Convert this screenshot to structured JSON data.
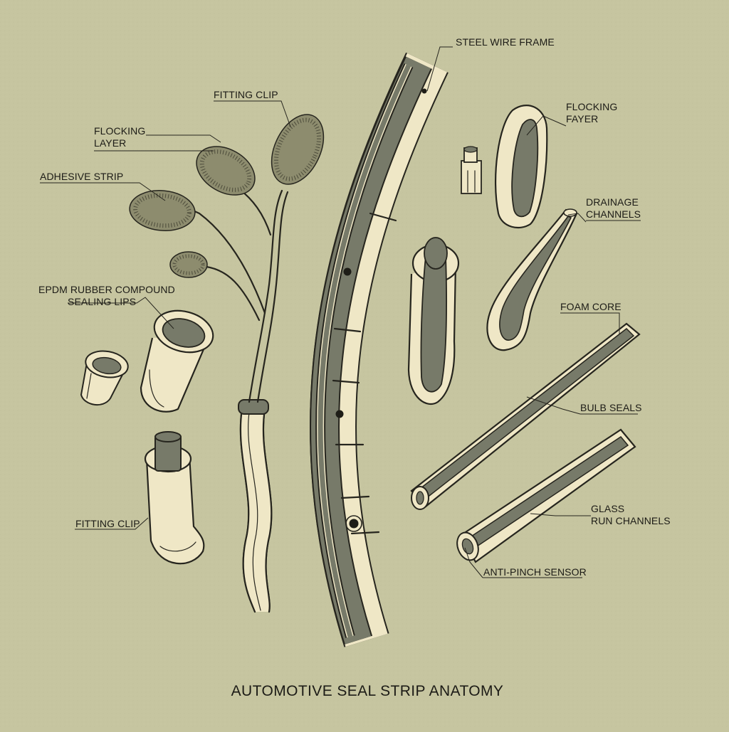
{
  "title": "AUTOMOTIVE SEAL STRIP ANATOMY",
  "labels": {
    "steel_wire_frame": "STEEL WIRE FRAME",
    "fitting_clip_top": "FITTING CLIP",
    "flocking_layer_left": [
      "FLOCKING",
      "LAYER"
    ],
    "adhesive_strip": "ADHESIVE STRIP",
    "epdm_rubber": [
      "EPDM RUBBER COMPOUND",
      "SEALING LIPS"
    ],
    "fitting_clip_bottom": "FITTING CLIP",
    "flocking_layer_right": [
      "FLOCKING",
      "FAYER"
    ],
    "drainage_channels": [
      "DRAINAGE",
      "CHANNELS"
    ],
    "foam_core": "FOAM CORE",
    "bulb_seals": "BULB SEALS",
    "glass_run_channels": [
      "GLASS",
      "RUN CHANNELS"
    ],
    "anti_pinch_sensor": "ANTI-PINCH SENSOR"
  },
  "colors": {
    "background": "#c6c5a0",
    "cream": "#efe7c6",
    "rubber_gray": "#777a69",
    "ink": "#26251e"
  }
}
